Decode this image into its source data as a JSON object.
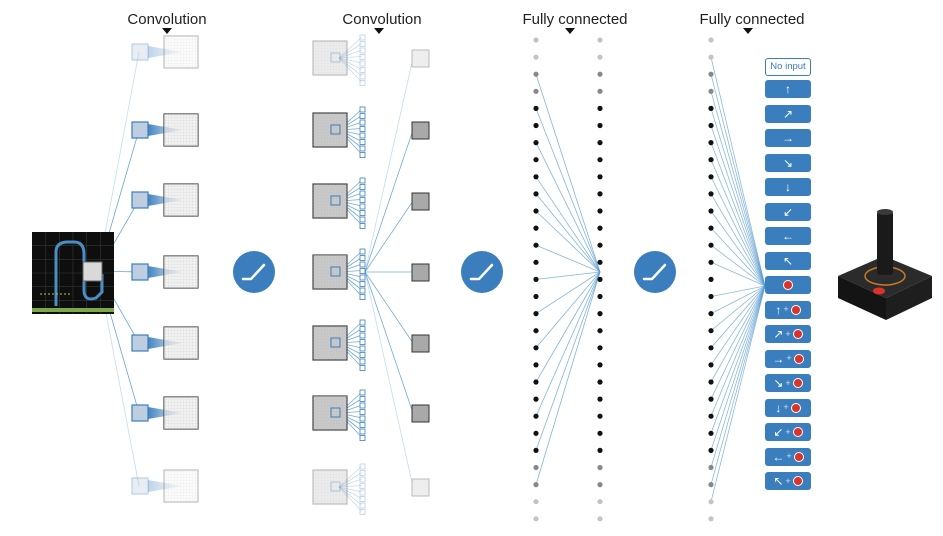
{
  "titles": {
    "conv1": "Convolution",
    "conv2": "Convolution",
    "fc1": "Fully connected",
    "fc2": "Fully connected"
  },
  "colors": {
    "accent": "#3a7ebd",
    "line": "#5a9bd0",
    "red": "#d9342b"
  },
  "actions": {
    "no_input": "No input",
    "buttons": [
      {
        "icon": "arrow-up-icon",
        "glyph": "↑",
        "fire": false
      },
      {
        "icon": "arrow-up-right-icon",
        "glyph": "↗",
        "fire": false
      },
      {
        "icon": "arrow-right-icon",
        "glyph": "→",
        "fire": false
      },
      {
        "icon": "arrow-down-right-icon",
        "glyph": "↘",
        "fire": false
      },
      {
        "icon": "arrow-down-icon",
        "glyph": "↓",
        "fire": false
      },
      {
        "icon": "arrow-down-left-icon",
        "glyph": "↙",
        "fire": false
      },
      {
        "icon": "arrow-left-icon",
        "glyph": "←",
        "fire": false
      },
      {
        "icon": "arrow-up-left-icon",
        "glyph": "↖",
        "fire": false
      },
      {
        "icon": "fire-icon",
        "glyph": "",
        "fire": true
      },
      {
        "icon": "arrow-up-fire-icon",
        "glyph": "↑",
        "fire": true
      },
      {
        "icon": "arrow-up-right-fire-icon",
        "glyph": "↗",
        "fire": true
      },
      {
        "icon": "arrow-right-fire-icon",
        "glyph": "→",
        "fire": true
      },
      {
        "icon": "arrow-down-right-fire-icon",
        "glyph": "↘",
        "fire": true
      },
      {
        "icon": "arrow-down-fire-icon",
        "glyph": "↓",
        "fire": true
      },
      {
        "icon": "arrow-down-left-fire-icon",
        "glyph": "↙",
        "fire": true
      },
      {
        "icon": "arrow-left-fire-icon",
        "glyph": "←",
        "fire": true
      },
      {
        "icon": "arrow-up-left-fire-icon",
        "glyph": "↖",
        "fire": true
      }
    ],
    "plus": "+"
  },
  "icons": {
    "relu": "relu-icon",
    "joystick": "joystick-icon",
    "input_frame": "game-screen-icon"
  }
}
